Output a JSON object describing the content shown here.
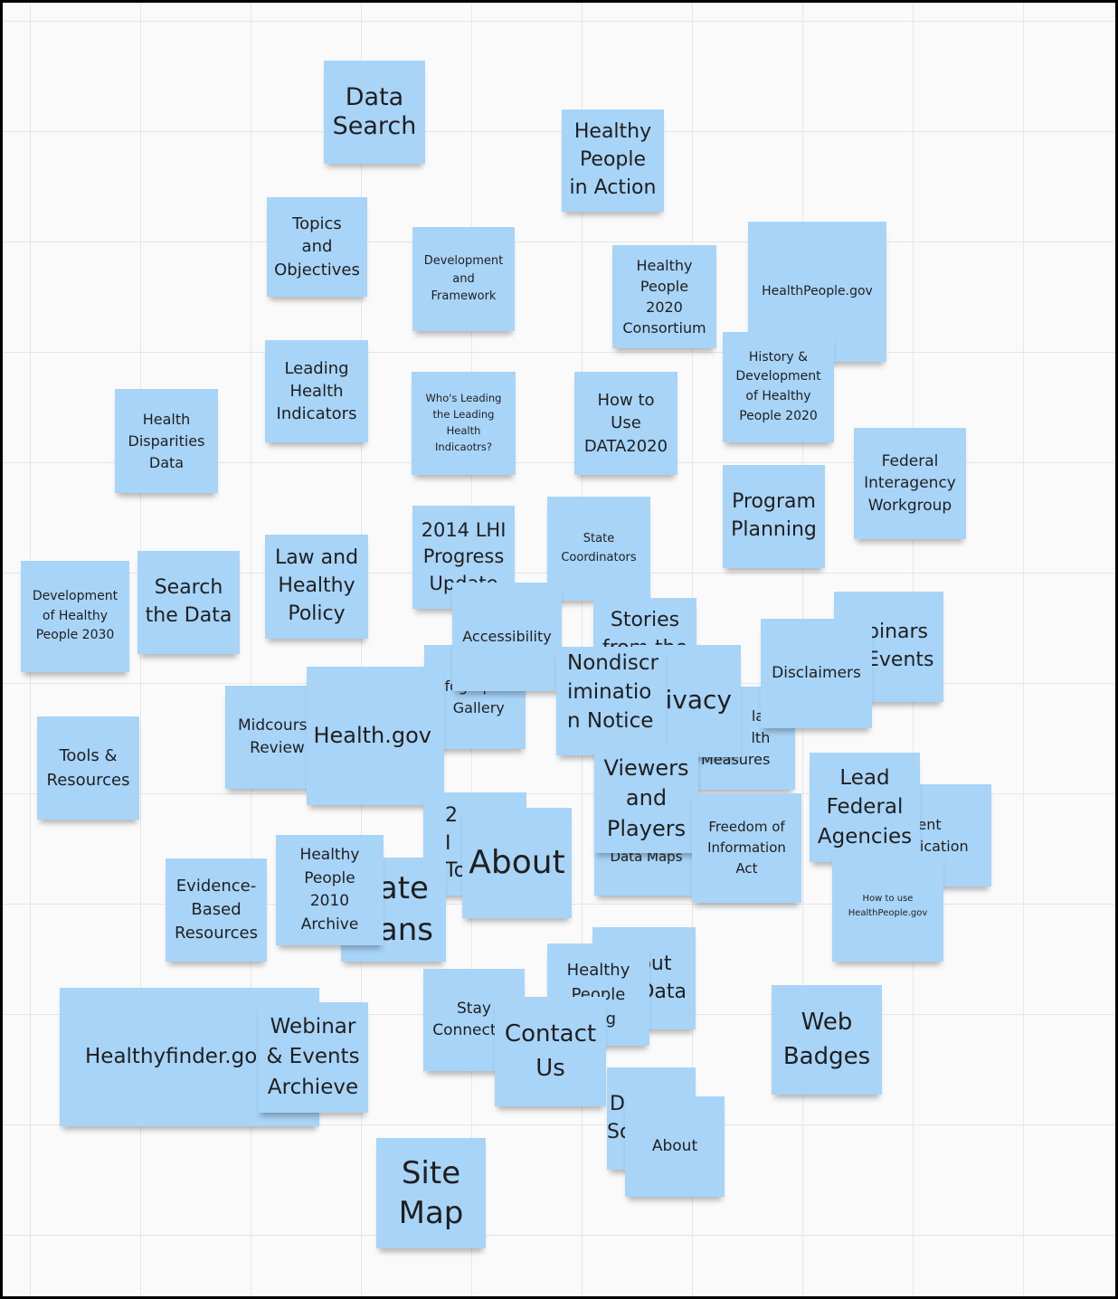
{
  "board": {
    "note_color": "#a8d4f8",
    "text_color": "#1f1f1f",
    "notes": [
      {
        "id": "data-search",
        "text": "Data\nSearch"
      },
      {
        "id": "healthy-people-in-action",
        "text": "Healthy\nPeople\nin Action"
      },
      {
        "id": "topics-and-objectives",
        "text": "Topics\nand\nObjectives"
      },
      {
        "id": "development-and-framework",
        "text": "Development\nand\nFramework"
      },
      {
        "id": "healthy-people-2020-consortium",
        "text": "Healthy\nPeople\n2020\nConsortium"
      },
      {
        "id": "healthpeople-gov",
        "text": "HealthPeople.gov"
      },
      {
        "id": "history-development-hp2020",
        "text": "History &\nDevelopment\nof Healthy\nPeople 2020"
      },
      {
        "id": "leading-health-indicators",
        "text": "Leading\nHealth\nIndicators"
      },
      {
        "id": "whos-leading",
        "text": "Who's Leading\nthe Leading\nHealth\nIndicaotrs?"
      },
      {
        "id": "how-to-use-data2020",
        "text": "How to\nUse\nDATA2020"
      },
      {
        "id": "health-disparities-data",
        "text": "Health\nDisparities\nData"
      },
      {
        "id": "federal-interagency-workgroup",
        "text": "Federal\nInteragency\nWorkgroup"
      },
      {
        "id": "program-planning",
        "text": "Program\nPlanning"
      },
      {
        "id": "lhi-progress-update",
        "text": "2014 LHI\nProgress\nUpdate"
      },
      {
        "id": "state-coordinators",
        "text": "State\nCoordinators"
      },
      {
        "id": "development-hp2030",
        "text": "Development\nof Healthy\nPeople 2030"
      },
      {
        "id": "search-the-data",
        "text": "Search\nthe Data"
      },
      {
        "id": "law-and-healthy-policy",
        "text": "Law and\nHealthy\nPolicy"
      },
      {
        "id": "webinars-events",
        "text": "binars\nEvents"
      },
      {
        "id": "stories",
        "text": "Stories\nfrom the"
      },
      {
        "id": "infographic-gallery",
        "text": "fographic\nGallery"
      },
      {
        "id": "accessibility",
        "text": "Accessibility"
      },
      {
        "id": "related-health-measures",
        "text": "lat\nlth\nMeasures"
      },
      {
        "id": "privacy",
        "text": "ivacy"
      },
      {
        "id": "nondiscrimination-notice",
        "text": "Nondiscr\niminatio\nn Notice"
      },
      {
        "id": "disclaimers",
        "text": "Disclaimers"
      },
      {
        "id": "midcourse-review",
        "text": "Midcourse\nReview"
      },
      {
        "id": "health-gov",
        "text": "Health.gov"
      },
      {
        "id": "tools-resources",
        "text": "Tools &\nResources"
      },
      {
        "id": "data-maps",
        "text": "Data Maps"
      },
      {
        "id": "viewers-and-players",
        "text": "Viewers\nand\nPlayers"
      },
      {
        "id": "content-syndication",
        "text": "Content\nSyndication"
      },
      {
        "id": "lead-federal-agencies",
        "text": "Lead\nFederal\nAgencies"
      },
      {
        "id": "foia",
        "text": "Freedom of\nInformation\nAct"
      },
      {
        "id": "how-to-use-healthpeople-gov",
        "text": "How to use\nHealthPeople.gov"
      },
      {
        "id": "topics-2020",
        "text": "2\nI\nTo"
      },
      {
        "id": "about-large",
        "text": "About"
      },
      {
        "id": "state-plans",
        "text": "ate\nans"
      },
      {
        "id": "evidence-based-resources",
        "text": "Evidence-\nBased\nResources"
      },
      {
        "id": "hp2010-archive",
        "text": "Healthy\nPeople\n2010\nArchive"
      },
      {
        "id": "about-the-data",
        "text": "out\nData"
      },
      {
        "id": "healthy-people-learning",
        "text": "Healthy\nPeople\nning"
      },
      {
        "id": "web-badges",
        "text": "Web\nBadges"
      },
      {
        "id": "healthyfinder",
        "text": "Healthyfinder.gov"
      },
      {
        "id": "webinar-events-archieve",
        "text": "Webinar\n& Events\nArchieve"
      },
      {
        "id": "stay-connected",
        "text": "Stay\nConnected"
      },
      {
        "id": "contact-us",
        "text": "Contact\nUs"
      },
      {
        "id": "data-sources",
        "text": "D\nSo"
      },
      {
        "id": "about-small",
        "text": "About"
      },
      {
        "id": "site-map",
        "text": "Site\nMap"
      }
    ]
  }
}
